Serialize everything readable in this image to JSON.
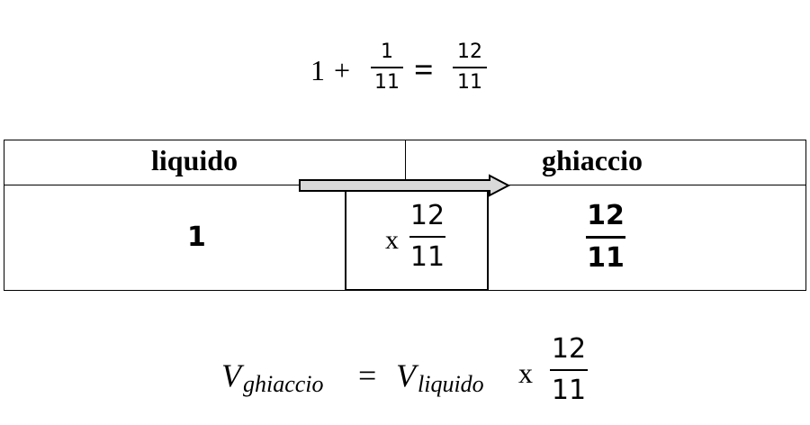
{
  "top_equation": {
    "term1": "1",
    "plus": "+",
    "frac1": {
      "num": "1",
      "den": "11"
    },
    "equals": "=",
    "frac2": {
      "num": "12",
      "den": "11"
    }
  },
  "table": {
    "header_left": "liquido",
    "header_right": "ghiaccio",
    "value_left": "1",
    "multiplier": {
      "sign": "x",
      "num": "12",
      "den": "11"
    },
    "value_right": {
      "num": "12",
      "den": "11"
    }
  },
  "bottom_equation": {
    "lhs_var": "V",
    "lhs_sub": "ghiaccio",
    "equals": "=",
    "rhs_var": "V",
    "rhs_sub": "liquido",
    "times": "x",
    "frac": {
      "num": "12",
      "den": "11"
    }
  }
}
